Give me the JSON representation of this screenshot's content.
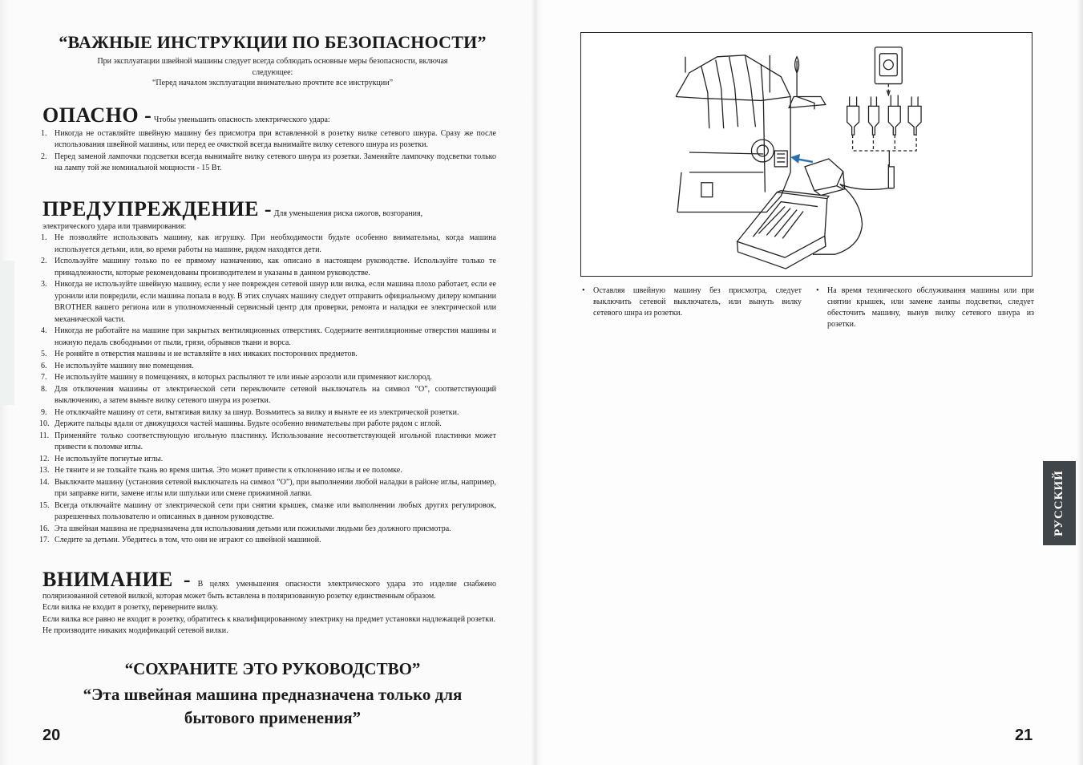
{
  "left_page": {
    "title": "“ВАЖНЫЕ ИНСТРУКЦИИ ПО БЕЗОПАСНОСТИ”",
    "intro_line1": "При эксплуатации швейной машины следует всегда соблюдать основные меры безопасности, включая",
    "intro_line2": "следующее:",
    "intro_line3": "“Перед началом эксплуатации внимательно прочтите все инструкции”",
    "danger": {
      "heading": "ОПАСНО -",
      "note": "Чтобы уменьшить опасность электрического удара:",
      "items": [
        {
          "num": "1.",
          "text": "Никогда не оставляйте швейную машину без присмотра при вставленной в розетку вилке сетевого шнура. Сразу же после использования швейной машины, или перед ее очисткой всегда вынимайте вилку сетевого шнура из розетки."
        },
        {
          "num": "2.",
          "text": "Перед заменой лампочки подсветки всегда вынимайте вилку сетевого шнура из розетки. Заменяйте лампочку подсветки только на лампу той же номинальной мощности - 15 Вт."
        }
      ]
    },
    "warning": {
      "heading": "ПРЕДУПРЕЖДЕНИЕ -",
      "note": "Для уменьшения риска ожогов, возгорания,",
      "note_cont": "электрического удара или травмирования:",
      "items": [
        {
          "num": "1.",
          "text": "Не позволяйте использовать машину, как игрушку. При необходимости будьте особенно внимательны, когда машина используется детьми, или, во время работы на машине, рядом находятся дети."
        },
        {
          "num": "2.",
          "text": "Используйте машину только по ее прямому назначению, как описано в настоящем руководстве. Используйте только те принадлежности, которые рекомендованы производителем и указаны в данном руководстве."
        },
        {
          "num": "3.",
          "text": "Никогда не используйте швейную машину, если у нее поврежден сетевой шнур или вилка, если машина плохо работает, если ее уронили или повредили, если машина попала в воду. В этих случаях машину следует отправить официальному дилеру компании BROTHER вашего региона или в уполномоченный сервисный центр для проверки, ремонта и наладки ее электрической или механической части."
        },
        {
          "num": "4.",
          "text": "Никогда не работайте на машине при закрытых вентиляционных отверстиях. Содержите вентиляционные отверстия машины и ножную педаль свободными от пыли, грязи, обрывков ткани и ворса."
        },
        {
          "num": "5.",
          "text": "Не роняйте в отверстия машины и не вставляйте в них никаких посторонних предметов."
        },
        {
          "num": "6.",
          "text": "Не используйте машину вне помещения."
        },
        {
          "num": "7.",
          "text": "Не используйте машину в помещениях, в которых распыляют те или иные аэрозоли или применяют кислород."
        },
        {
          "num": "8.",
          "text": "Для отключения машины от электрической сети переключите сетевой выключатель на символ “O”, соответствующий выключению, а затем выньте вилку сетевого шнура из розетки."
        },
        {
          "num": "9.",
          "text": "Не отключайте машину от сети, вытягивая вилку за шнур. Возьмитесь за вилку и выньте ее из электрической розетки."
        },
        {
          "num": "10.",
          "text": "Держите пальцы вдали от движущихся частей машины. Будьте особенно внимательны при работе рядом с иглой."
        },
        {
          "num": "11.",
          "text": "Применяйте только соответствующую игольную пластинку. Использование несоответствующей игольной пластинки может привести к поломке иглы."
        },
        {
          "num": "12.",
          "text": "Не используйте погнутые иглы."
        },
        {
          "num": "13.",
          "text": "Не тяните и не толкайте ткань во время шитья. Это может привести к отклонению иглы и ее поломке."
        },
        {
          "num": "14.",
          "text": "Выключите машину (установив сетевой выключатель на символ “O”), при выполнении любой наладки в районе иглы, например, при заправке нити, замене иглы или шпульки или смене прижимной лапки."
        },
        {
          "num": "15.",
          "text": "Всегда отключайте машину от электрической сети при снятии крышек, смазке или выполнении любых других регулировок, разрешенных пользователю и описанных в данном руководстве."
        },
        {
          "num": "16.",
          "text": "Эта швейная машина не предназначена для использования детьми или пожилыми людьми без должного присмотра."
        },
        {
          "num": "17.",
          "text": "Следите за детьми. Убедитесь в том, что они не играют со швейной машиной."
        }
      ]
    },
    "caution": {
      "heading": "ВНИМАНИЕ -",
      "text1": "В целях уменьшения опасности электрического удара это изделие снабжено поляризованной сетевой вилкой, которая может быть вставлена в поляризованную розетку единственным образом.",
      "text2": "Если вилка не входит в розетку, переверните вилку.",
      "text3": "Если вилка все равно не входит в розетку, обратитесь к квалифицированному электрику на предмет установки надлежащей розетки.",
      "text4": "Не производите никаких модификаций сетевой вилки."
    },
    "save_title": "“СОХРАНИТЕ ЭТО РУКОВОДСТВО”",
    "household_line1": "“Эта швейная машина предназначена только для",
    "household_line2": "бытового применения”",
    "page_number": "20"
  },
  "right_page": {
    "note1": "Оставляя швейную машину без присмотра, следует выключить сетевой выключатель, или вынуть вилку сетевого шнра из розетки.",
    "note2": "На время технического обслуживаиня машины или при снятии крышек, или замене лампы подсветки, следует обесточить машину, вынув вилку сетевого шнура из розетки.",
    "bullet": "•",
    "language_tab": "РУССКИЙ",
    "page_number": "21"
  }
}
